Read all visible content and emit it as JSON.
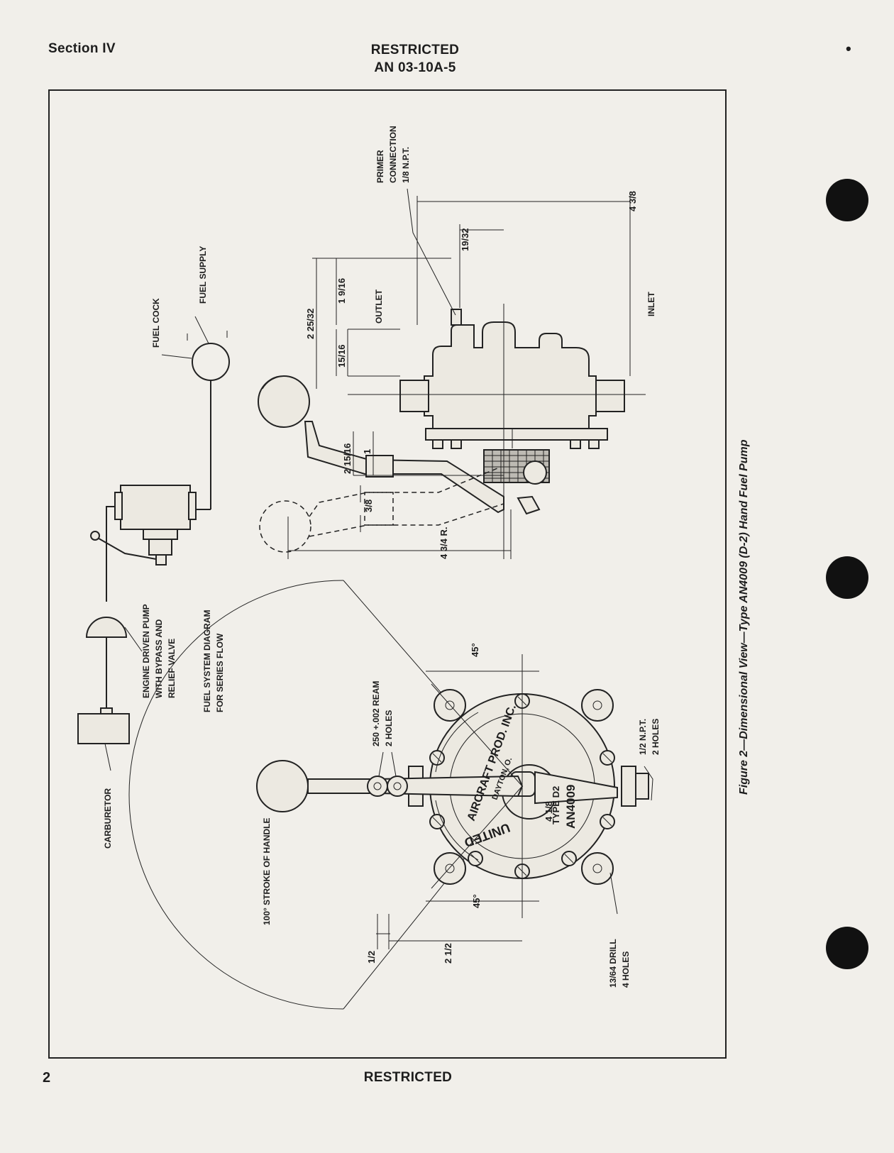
{
  "header": {
    "section": "Section IV",
    "restricted": "RESTRICTED",
    "doc_number": "AN 03-10A-5",
    "mark": "•"
  },
  "footer": {
    "page_number": "2",
    "restricted": "RESTRICTED"
  },
  "figure": {
    "caption": "Figure 2—Dimensional View—Type AN4009 (D-2) Hand Fuel Pump"
  },
  "diagram": {
    "labels": {
      "fuel_supply": "FUEL SUPPLY",
      "fuel_cock": "FUEL COCK",
      "engine_pump_1": "ENGINE DRIVEN PUMP",
      "engine_pump_2": "WITH BYPASS AND",
      "engine_pump_3": "RELIEF VALVE",
      "system_title_1": "FUEL SYSTEM DIAGRAM",
      "system_title_2": "FOR SERIES FLOW",
      "carburetor": "CARBURETOR"
    }
  },
  "side_view": {
    "primer_1": "PRIMER",
    "primer_2": "CONNECTION",
    "primer_3": "1/8 N.P.T.",
    "outlet": "OUTLET",
    "inlet": "INLET",
    "dim_4_3_8": "4 3/8",
    "dim_19_32": "19/32",
    "dim_2_25_32": "2 25/32",
    "dim_1_9_16": "1 9/16",
    "dim_15_16": "15/16",
    "dim_2_15_16": "2 15/16",
    "dim_1": "1",
    "dim_3_8": "3/8",
    "dim_radius": "4 3/4 R."
  },
  "front_view": {
    "stroke": "100° STROKE OF HANDLE",
    "angle_top": "45°",
    "angle_bottom": "45°",
    "ream_1": "250 +.002 REAM",
    "ream_2": "2 HOLES",
    "npt_1": "1/2 N.P.T.",
    "npt_2": "2 HOLES",
    "drill_1": "13/64 DRILL",
    "drill_2": "4 HOLES",
    "dim_1_2": "1/2",
    "dim_2_1_2": "2 1/2",
    "dim_4_1_8": "4 1/8",
    "casting_1": "UNITED",
    "casting_2": "AIRCRAFT PROD. INC.",
    "casting_3": "DAYTON, O.",
    "casting_4": "TYPE D2",
    "casting_5": "AN4009"
  }
}
